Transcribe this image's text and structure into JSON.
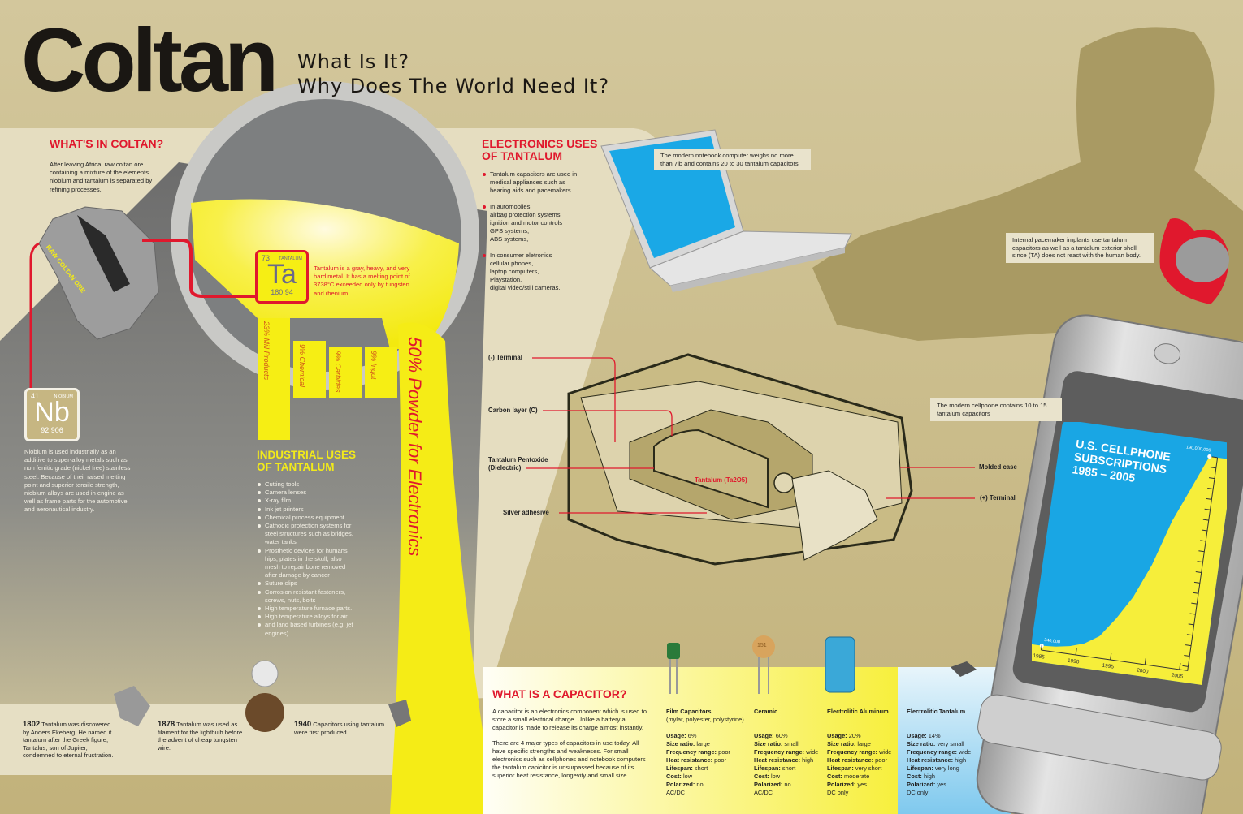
{
  "title": {
    "main": "Coltan",
    "line1": "What Is It?",
    "line2": "Why Does The World Need It?"
  },
  "whats_in": {
    "heading": "WHAT'S IN COLTAN?",
    "body": "After leaving Africa, raw coltan ore containing a mixture of the elements niobium and tantalum is separated by refining processes."
  },
  "ore_label": "RAW COLTAN ORE",
  "tantalum": {
    "number": "73",
    "name": "TANTALUM",
    "symbol": "Ta",
    "mass": "180.94",
    "desc": "Tantalum is a gray, heavy, and very hard metal. It has a melting point of 3738°C exceeded only by tungsten and rhenium."
  },
  "niobium": {
    "number": "41",
    "name": "NIOBIUM",
    "symbol": "Nb",
    "mass": "92.906",
    "desc": "Niobium is used industrially as an additive to super-alloy metals such as non ferritic grade (nickel free) stainless steel. Because of their raised melting point and superior tensile strength, niobium alloys are used in engine as well as frame parts for the automotive and aeronautical industry."
  },
  "usage_bars": [
    {
      "label": "23% Mill Products",
      "percent": 23
    },
    {
      "label": "9% Chemical",
      "percent": 9
    },
    {
      "label": "9% Carbides",
      "percent": 9
    },
    {
      "label": "9% Ingot",
      "percent": 9
    }
  ],
  "powder_label": "50% Powder for Electronics",
  "industrial": {
    "heading1": "INDUSTRIAL USES",
    "heading2": "OF TANTALUM",
    "items": [
      "Cutting tools",
      "Camera lenses",
      "X-ray film",
      "Ink jet printers",
      "Chemical process equipment",
      "Cathodic protection systems for steel structures such as bridges, water tanks",
      "Prosthetic devices for humans hips, plates in the skull, also mesh to repair bone removed after damage by cancer",
      "Suture clips",
      "Corrosion resistant fasteners, screws, nuts, bolts",
      "High temperature furnace parts.",
      "High temperature alloys for air",
      "and land based turbines (e.g. jet engines)"
    ]
  },
  "electronics": {
    "heading1": "ELECTRONICS USES",
    "heading2": "OF TANTALUM",
    "items": [
      "Tantalum capacitors are used in medical appliances such as hearing aids and pacemakers.",
      "In automobiles:\nairbag protection systems,\nignition and motor controls\nGPS systems,\nABS systems,",
      "In consumer eletronics\ncellular phones,\nlaptop computers,\nPlaystation,\ndigital video/still cameras."
    ]
  },
  "notes": {
    "laptop": "The modern notebook computer weighs no more than 7lb and contains 20 to 30 tantalum capacitors",
    "pacemaker": "Internal pacemaker implants use tantalum capacitors as well as a tantalum exterior shell since (TA) does not react with the human body.",
    "cellphone": "The modern cellphone contains 10 to 15 tantalum capacitors"
  },
  "diagram": {
    "neg_terminal": "(-) Terminal",
    "carbon": "Carbon layer (C)",
    "pentoxide1": "Tantalum Pentoxide",
    "pentoxide2": "(Dielectric)",
    "silver": "Silver adhesive",
    "core": "Tantalum (Ta2O5)",
    "molded": "Molded case",
    "pos_terminal": "(+) Terminal"
  },
  "timeline": [
    {
      "year": "1802",
      "text": "Tantalum was discovered by Anders Ekeberg. He named it tantalum after the Greek figure, Tantalus, son of Jupiter, condemned to eternal frustration."
    },
    {
      "year": "1878",
      "text": "Tantalum was used as filament for the lightbulb before the advent of cheap tungsten wire."
    },
    {
      "year": "1940",
      "text": "Capacitors using tantalum were first produced."
    }
  ],
  "capacitor": {
    "heading": "WHAT IS A CAPACITOR?",
    "p1": "A capacitor is an electronics component which is used to store a small electrical charge. Unlike a battery a capacitor is made to release its charge almost instantly.",
    "p2": "There are 4 major types of capacitors in use today. All have specific strengths and weakneses. For small electronics such as cellphones and notebook computers the tantalum capicitor is unsurpassed because of its superior heat resistance, longevity and small size.",
    "types": [
      {
        "name": "Film Capacitors",
        "subtitle": "(mylar, polyester, polystyrine)",
        "rows": [
          [
            "Usage:",
            "6%"
          ],
          [
            "Size ratio:",
            "large"
          ],
          [
            "Frequency range:",
            "poor"
          ],
          [
            "Heat resistance:",
            "poor"
          ],
          [
            "Lifespan:",
            "short"
          ],
          [
            "Cost:",
            "low"
          ],
          [
            "Polarized:",
            "no"
          ]
        ],
        "current": "AC/DC"
      },
      {
        "name": "Ceramic",
        "subtitle": "",
        "rows": [
          [
            "Usage:",
            "60%"
          ],
          [
            "Size ratio:",
            "small"
          ],
          [
            "Frequency range:",
            "wide"
          ],
          [
            "Heat resistance:",
            "high"
          ],
          [
            "Lifespan:",
            "short"
          ],
          [
            "Cost:",
            "low"
          ],
          [
            "Polarized:",
            "no"
          ]
        ],
        "current": "AC/DC"
      },
      {
        "name": "Electrolitic Aluminum",
        "subtitle": "",
        "rows": [
          [
            "Usage:",
            "20%"
          ],
          [
            "Size ratio:",
            "large"
          ],
          [
            "Frequency range:",
            "wide"
          ],
          [
            "Heat resistance:",
            "poor"
          ],
          [
            "Lifespan:",
            "very short"
          ],
          [
            "Cost:",
            "moderate"
          ],
          [
            "Polarized:",
            "yes"
          ]
        ],
        "current": "DC only"
      },
      {
        "name": "Electrolitic Tantalum",
        "subtitle": "",
        "rows": [
          [
            "Usage:",
            "14%"
          ],
          [
            "Size ratio:",
            "very small"
          ],
          [
            "Frequency range:",
            "wide"
          ],
          [
            "Heat resistance:",
            "high"
          ],
          [
            "Lifespan:",
            "very long"
          ],
          [
            "Cost:",
            "high"
          ],
          [
            "Polarized:",
            "yes"
          ]
        ],
        "current": "DC only"
      }
    ],
    "ceramic_marking": "151"
  },
  "chart_data": {
    "type": "area",
    "title1": "U.S. CELLPHONE",
    "title2": "SUBSCRIPTIONS",
    "title3": "1985 – 2005",
    "x": [
      1985,
      1987,
      1989,
      1991,
      1993,
      1995,
      1997,
      1999,
      2001,
      2003,
      2005
    ],
    "values": [
      340000,
      1200000,
      3500000,
      7600000,
      16000000,
      33800000,
      55300000,
      86000000,
      128000000,
      158700000,
      190000000
    ],
    "tick_labels": [
      "1985",
      "1990",
      "1995",
      "2000",
      "2005"
    ],
    "start_label": "340,000",
    "end_label": "190,000,000",
    "ylim": [
      0,
      190000000
    ],
    "colors": {
      "fill": "#f6ee3a",
      "sky": "#19a6e4"
    }
  }
}
